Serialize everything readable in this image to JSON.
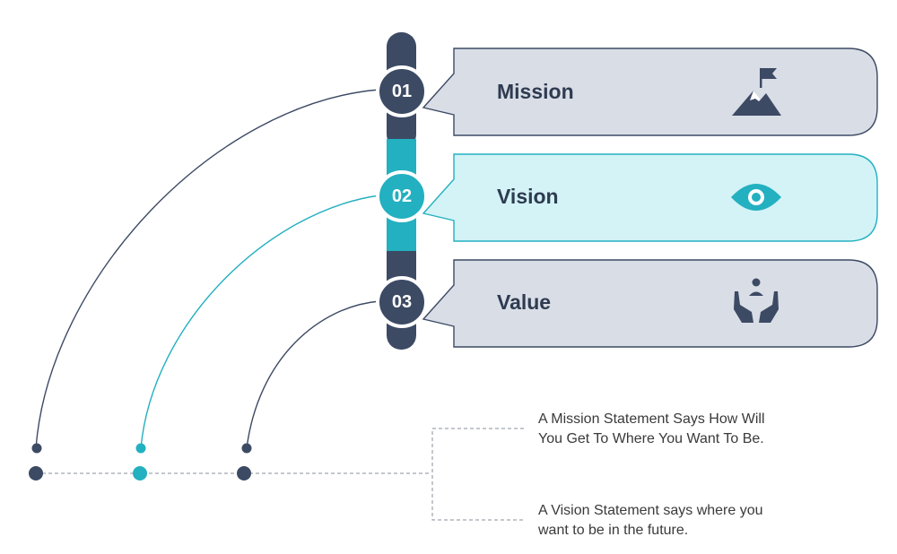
{
  "colors": {
    "navy": "#3c4a64",
    "teal": "#23b0c0",
    "card_gray_fill": "#d9dde6",
    "card_teal_fill": "#d3f3f7",
    "title_text": "#2e3b50"
  },
  "steps": [
    {
      "number": "01",
      "title": "Mission",
      "icon": "mountain-flag-icon",
      "accent": "navy"
    },
    {
      "number": "02",
      "title": "Vision",
      "icon": "eye-icon",
      "accent": "teal"
    },
    {
      "number": "03",
      "title": "Value",
      "icon": "hands-person-icon",
      "accent": "navy"
    }
  ],
  "descriptions": [
    "A Mission Statement Says How Will\nYou Get To Where You Want To Be.",
    "A Vision Statement says where you\nwant to be in the future."
  ]
}
